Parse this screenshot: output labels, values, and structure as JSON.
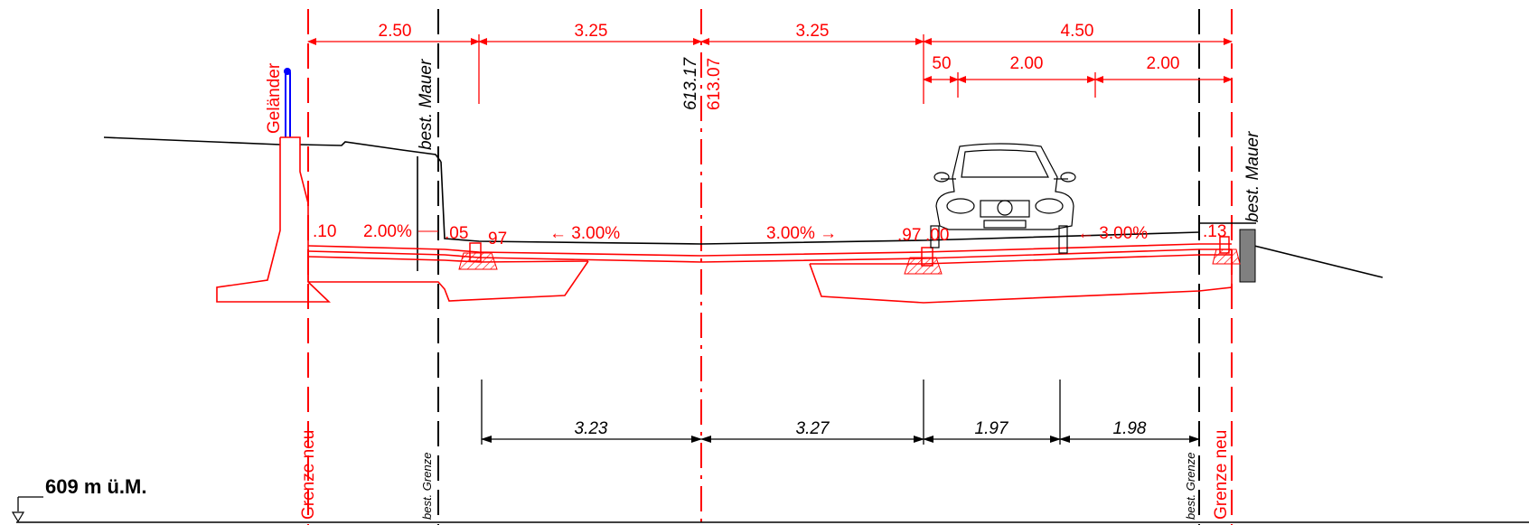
{
  "colors": {
    "proposed": "#ff0000",
    "existing": "#000000",
    "railing": "#0000ff",
    "wall_fill": "#808080",
    "background": "#ffffff"
  },
  "top_dims": {
    "d1": "2.50",
    "d2": "3.25",
    "d3": "3.25",
    "d4": "4.50",
    "sub1": "50",
    "sub2": "2.00",
    "sub3": "2.00"
  },
  "elevations": {
    "existing": "613.17",
    "new": "613.07"
  },
  "labels": {
    "railing": "Geländer",
    "wall_left": "best. Mauer",
    "wall_right": "best. Mauer",
    "border_new_left": "Grenze neu",
    "border_new_right": "Grenze neu",
    "border_old_left": "best. Grenze",
    "border_old_right": "best. Grenze",
    "datum": "609 m ü.M."
  },
  "road_annotations": {
    "h_left": ".10",
    "slope_left": "2.00%",
    "h_curb": ".05",
    "h_97a": "97",
    "slope_1": "← 3.00%",
    "slope_2": "3.00% →",
    "h_97b": ".97",
    "h_00": ".00",
    "slope_3": "← 3.00%",
    "h_right": ".13"
  },
  "bottom_dims": {
    "b1": "3.23",
    "b2": "3.27",
    "b3": "1.97",
    "b4": "1.98"
  }
}
